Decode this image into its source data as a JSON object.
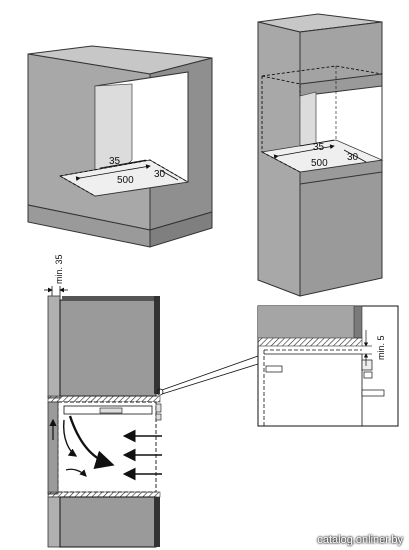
{
  "figure_a": {
    "dim_depth": "35",
    "dim_width": "500",
    "dim_side": "30"
  },
  "figure_b": {
    "dim_depth": "35",
    "dim_width": "500",
    "dim_side": "30"
  },
  "figure_c": {
    "dim_top_gap": "min. 35"
  },
  "figure_d": {
    "dim_gap": "min. 5"
  },
  "watermark": "catalog.onliner.by"
}
